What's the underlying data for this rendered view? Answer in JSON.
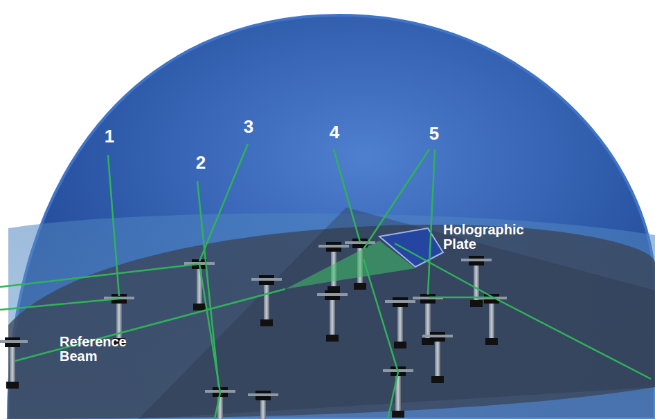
{
  "diagram": {
    "labels": [
      "1",
      "2",
      "3",
      "4",
      "5",
      "Holographic Plate",
      "Reference Beam"
    ]
  }
}
